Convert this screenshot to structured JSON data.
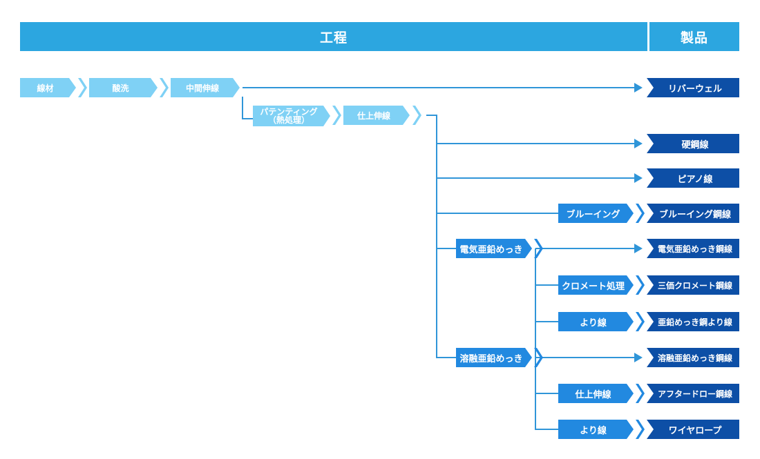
{
  "header": {
    "process": "工程",
    "product": "製品"
  },
  "steps": {
    "wire_rod": "線材",
    "pickling": "酸洗",
    "intermediate_drawing": "中間伸線",
    "patenting_line1": "パテンティング",
    "patenting_line2": "（熱処理）",
    "finish_drawing": "仕上伸線",
    "bluing": "ブルーイング",
    "electro_galvanizing": "電気亜鉛めっき",
    "chromate": "クロメート処理",
    "stranding": "より線",
    "hot_dip_galvanizing": "溶融亜鉛めっき",
    "finish_drawing_2": "仕上伸線",
    "stranding_2": "より線"
  },
  "products": {
    "rebar_weld": "リバーウェル",
    "hard_steel_wire": "硬鋼線",
    "piano_wire": "ピアノ線",
    "bluing_steel_wire": "ブルーイング鋼線",
    "electro_galv_wire": "電気亜鉛めっき鋼線",
    "trivalent_chromate_wire": "三価クロメート鋼線",
    "galv_strand": "亜鉛めっき鋼より線",
    "hot_dip_galv_wire": "溶融亜鉛めっき鋼線",
    "after_draw_wire": "アフタードロー鋼線",
    "wire_rope": "ワイヤロープ"
  },
  "colors": {
    "header": "#2ca6e0",
    "light": "#7fd1f5",
    "mid": "#2289e0",
    "product": "#0d4fa6",
    "line": "#2f95d8"
  }
}
